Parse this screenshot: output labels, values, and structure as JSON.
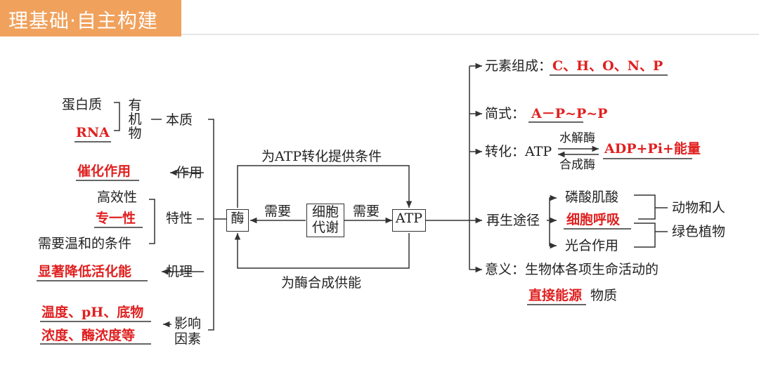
{
  "header": {
    "title": "理基础·自主构建"
  },
  "colors": {
    "header_bg": "#f0a15c",
    "answer_red": "#e02020",
    "line": "#333333"
  },
  "center": {
    "enzyme": "酶",
    "metabolism": "细胞代谢",
    "atp": "ATP",
    "need_left": "需要",
    "need_right": "需要",
    "top_edge": "为ATP转化提供条件",
    "bottom_edge": "为酶合成供能"
  },
  "enzyme_branches": {
    "essence": {
      "label": "本质",
      "organic": "有机物",
      "protein": "蛋白质",
      "rna": "RNA"
    },
    "function": {
      "label": "作用",
      "answer": "催化作用"
    },
    "property": {
      "label": "特性",
      "items": [
        "高效性",
        "专一性",
        "需要温和的条件"
      ]
    },
    "mechanism": {
      "label": "机理",
      "answer": "显著降低活化能"
    },
    "factors": {
      "label": "影响因素",
      "answer_line1": "温度、pH、底物",
      "answer_line2": "浓度、酶浓度等"
    }
  },
  "atp_branches": {
    "elements": {
      "label": "元素组成：",
      "answer": "C、H、O、N、P"
    },
    "formula": {
      "label": "简式：",
      "answer": "A－P~P~P"
    },
    "conversion": {
      "label": "转化：ATP",
      "top_enzyme": "水解酶",
      "bottom_enzyme": "合成酶",
      "answer": "ADP+Pi+能量"
    },
    "regeneration": {
      "label": "再生途径",
      "sources": [
        "磷酸肌酸",
        "细胞呼吸",
        "光合作用"
      ],
      "animals": "动物和人",
      "plants": "绿色植物"
    },
    "significance": {
      "label": "意义：生物体各项生命活动的",
      "answer": "直接能源",
      "suffix": "物质"
    }
  }
}
